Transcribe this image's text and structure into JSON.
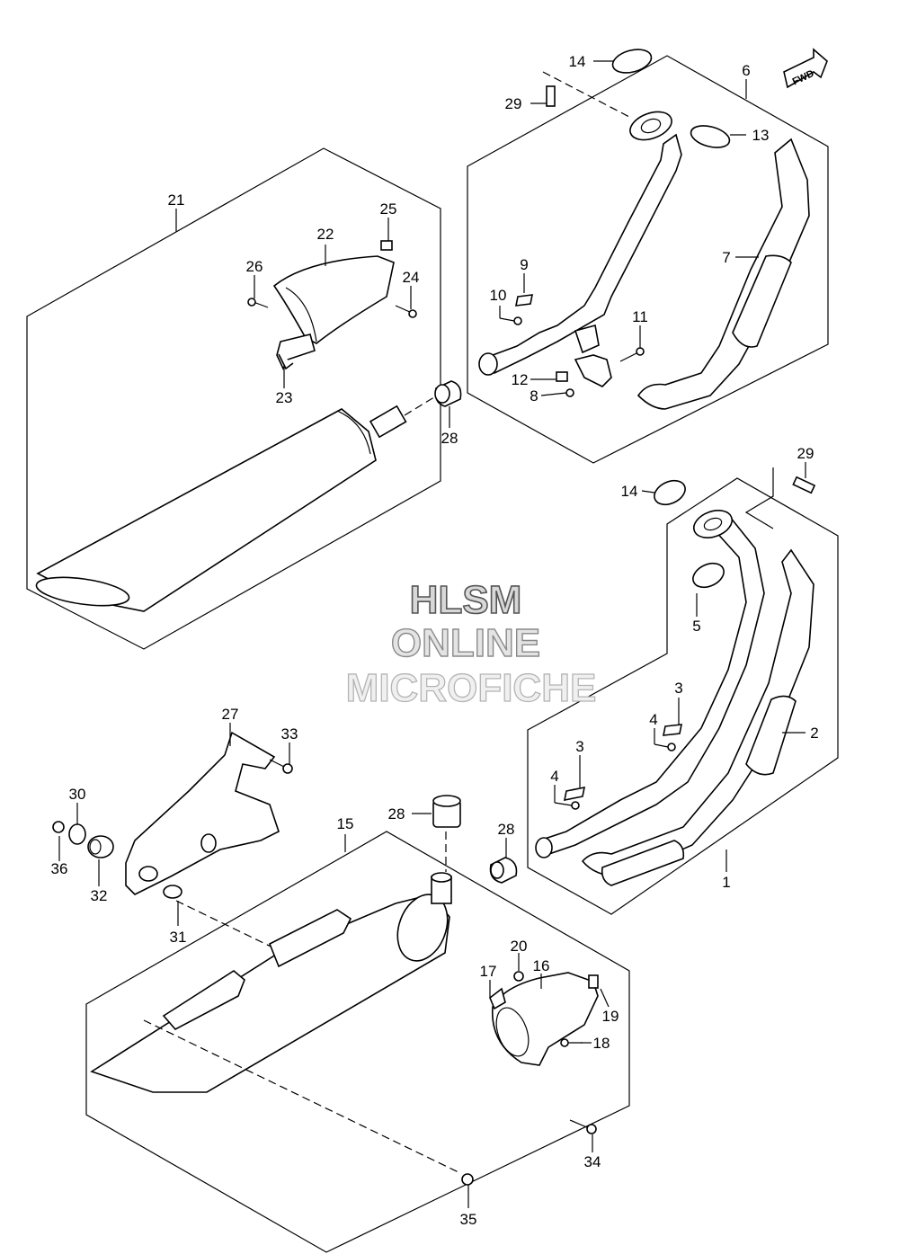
{
  "fwd_label": "FWD",
  "watermark": [
    "HLSM",
    "ONLINE",
    "MICROFICHE"
  ],
  "callouts": [
    {
      "id": "c1",
      "text": "1"
    },
    {
      "id": "c2",
      "text": "2"
    },
    {
      "id": "c3a",
      "text": "3"
    },
    {
      "id": "c3b",
      "text": "3"
    },
    {
      "id": "c4a",
      "text": "4"
    },
    {
      "id": "c4b",
      "text": "4"
    },
    {
      "id": "c5",
      "text": "5"
    },
    {
      "id": "c6",
      "text": "6"
    },
    {
      "id": "c7",
      "text": "7"
    },
    {
      "id": "c8",
      "text": "8"
    },
    {
      "id": "c9",
      "text": "9"
    },
    {
      "id": "c10",
      "text": "10"
    },
    {
      "id": "c11",
      "text": "11"
    },
    {
      "id": "c12",
      "text": "12"
    },
    {
      "id": "c13",
      "text": "13"
    },
    {
      "id": "c14a",
      "text": "14"
    },
    {
      "id": "c14b",
      "text": "14"
    },
    {
      "id": "c15",
      "text": "15"
    },
    {
      "id": "c16",
      "text": "16"
    },
    {
      "id": "c17",
      "text": "17"
    },
    {
      "id": "c18",
      "text": "18"
    },
    {
      "id": "c19",
      "text": "19"
    },
    {
      "id": "c20",
      "text": "20"
    },
    {
      "id": "c21",
      "text": "21"
    },
    {
      "id": "c22",
      "text": "22"
    },
    {
      "id": "c23",
      "text": "23"
    },
    {
      "id": "c24",
      "text": "24"
    },
    {
      "id": "c25",
      "text": "25"
    },
    {
      "id": "c26",
      "text": "26"
    },
    {
      "id": "c27",
      "text": "27"
    },
    {
      "id": "c28a",
      "text": "28"
    },
    {
      "id": "c28b",
      "text": "28"
    },
    {
      "id": "c28c",
      "text": "28"
    },
    {
      "id": "c29a",
      "text": "29"
    },
    {
      "id": "c29b",
      "text": "29"
    },
    {
      "id": "c30",
      "text": "30"
    },
    {
      "id": "c31",
      "text": "31"
    },
    {
      "id": "c32",
      "text": "32"
    },
    {
      "id": "c33",
      "text": "33"
    },
    {
      "id": "c34",
      "text": "34"
    },
    {
      "id": "c35",
      "text": "35"
    },
    {
      "id": "c36",
      "text": "36"
    }
  ]
}
